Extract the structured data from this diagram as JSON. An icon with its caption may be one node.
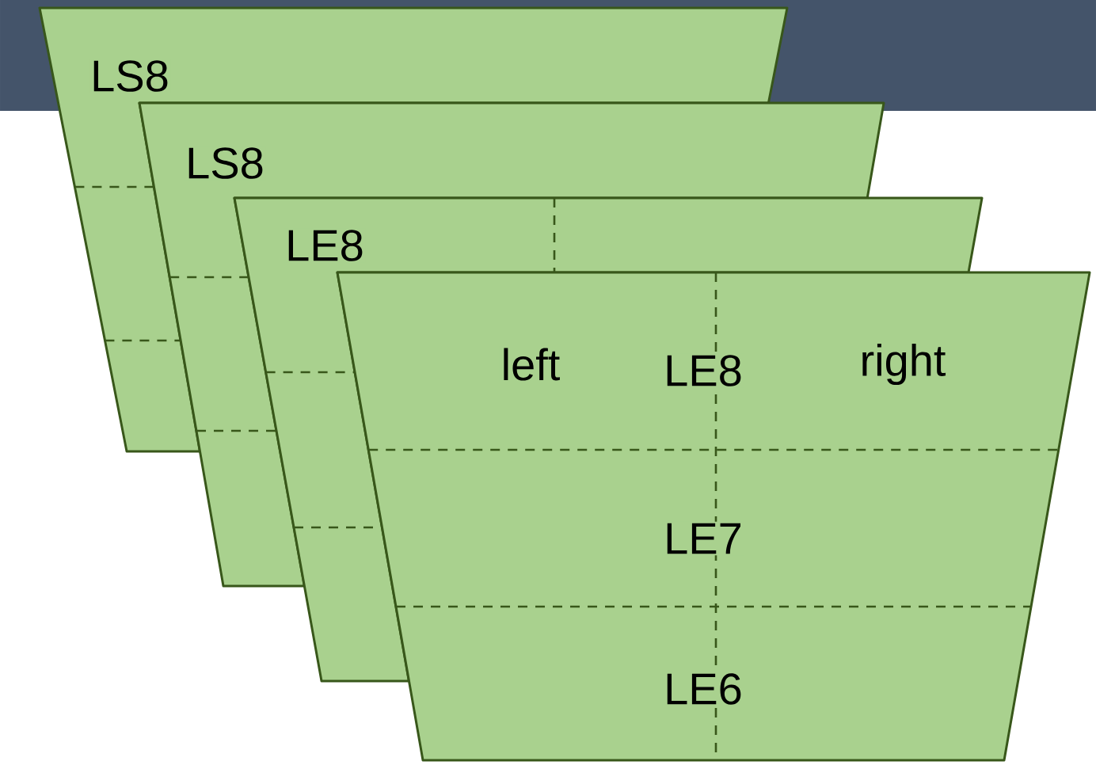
{
  "diagram": {
    "nodes": [
      {
        "text": [
          "LS8"
        ]
      },
      {
        "text": [
          "LS8"
        ]
      },
      {
        "text": [
          "LE8"
        ]
      },
      {
        "text": [
          "left",
          "LE8",
          "right",
          "LE7",
          "LE6"
        ]
      }
    ]
  }
}
